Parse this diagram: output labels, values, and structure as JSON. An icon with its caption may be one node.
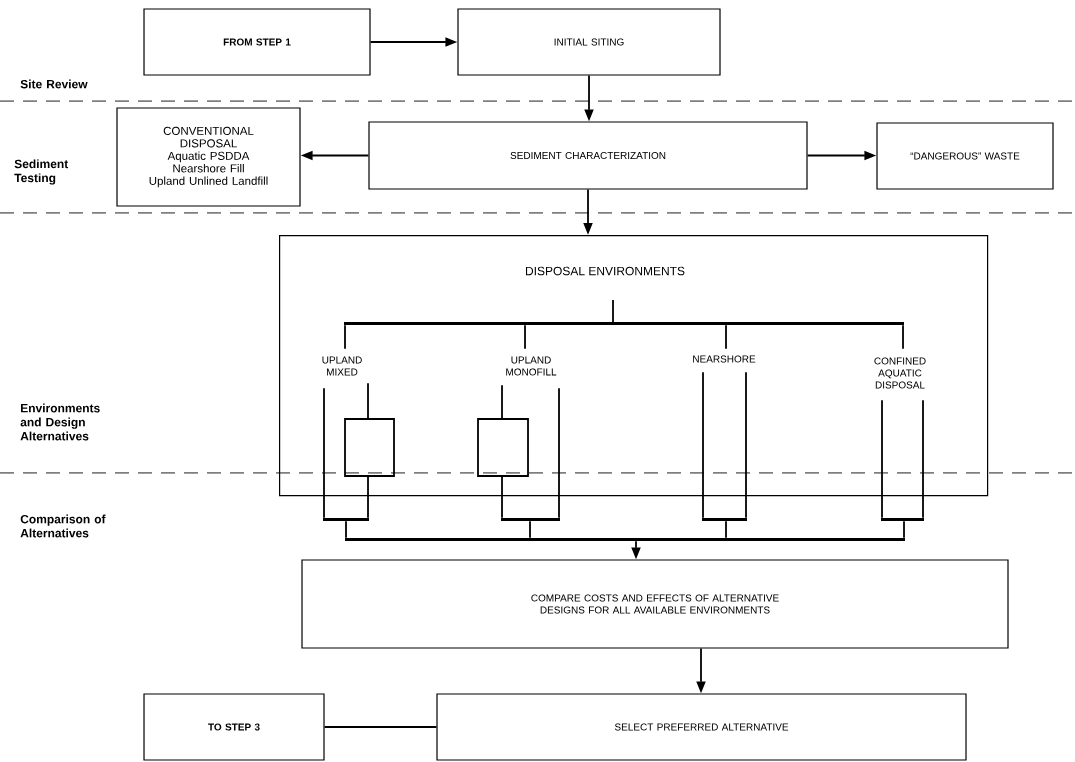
{
  "diagram": {
    "nodes": [
      {
        "text": [
          "FROM STEP 1"
        ]
      },
      {
        "text": [
          "INITIAL SITING"
        ]
      },
      {
        "text": [
          "CONVENTIONAL DISPOSAL",
          "Aquatic PSDDA",
          "Nearshore Fill",
          "Upland Unlined Landfill"
        ]
      },
      {
        "text": [
          "SEDIMENT CHARACTERIZATION"
        ]
      },
      {
        "text": [
          "“DANGEROUS” WASTE"
        ]
      },
      {
        "text": [
          "DISPOSAL ENVIRONMENTS"
        ]
      },
      {
        "text": [
          "UPLAND MIXED"
        ],
        "in": 5
      },
      {
        "text": [
          "UPLAND MONOFILL"
        ],
        "in": 5
      },
      {
        "text": [
          "NEARSHORE"
        ],
        "in": 5
      },
      {
        "text": [
          "CONFINED AQUATIC DISPOSAL"
        ],
        "in": 5
      },
      {
        "text": [],
        "shape": "box",
        "in": 5
      },
      {
        "text": [],
        "shape": "box",
        "in": 5
      },
      {
        "text": [
          "COMPARE COSTS AND EFFECTS OF ALTERNATIVE DESIGNS FOR ALL AVAILABLE ENVIRONMENTS"
        ]
      },
      {
        "text": [
          "TO STEP 3"
        ]
      },
      {
        "text": [
          "SELECT PREFERRED ALTERNATIVE"
        ]
      },
      {
        "text": [],
        "shape": "bar",
        "in": 5
      },
      {
        "text": [],
        "shape": "bar"
      },
      {
        "text": [],
        "shape": "bar"
      },
      {
        "text": [],
        "shape": "bar"
      },
      {
        "text": [],
        "shape": "bar"
      },
      {
        "text": [],
        "shape": "bar"
      }
    ],
    "edges": [
      {
        "from": 0,
        "to": 1,
        "arrow": "to"
      },
      {
        "from": 1,
        "to": 3,
        "arrow": "to"
      },
      {
        "from": 3,
        "to": 2,
        "arrow": "to"
      },
      {
        "from": 3,
        "to": 4,
        "arrow": "to"
      },
      {
        "from": 3,
        "to": 5,
        "arrow": "to"
      },
      {
        "from": 15,
        "to": 6,
        "arrow": "none"
      },
      {
        "from": 15,
        "to": 7,
        "arrow": "none"
      },
      {
        "from": 15,
        "to": 8,
        "arrow": "none"
      },
      {
        "from": 15,
        "to": 9,
        "arrow": "none"
      },
      {
        "from": 6,
        "to": 17,
        "arrow": "none"
      },
      {
        "from": 6,
        "to": 10,
        "arrow": "none"
      },
      {
        "from": 10,
        "to": 17,
        "arrow": "none"
      },
      {
        "from": 7,
        "to": 11,
        "arrow": "none"
      },
      {
        "from": 11,
        "to": 18,
        "arrow": "none"
      },
      {
        "from": 7,
        "to": 18,
        "arrow": "none"
      },
      {
        "from": 8,
        "to": 19,
        "arrow": "none"
      },
      {
        "from": 8,
        "to": 19,
        "arrow": "none"
      },
      {
        "from": 9,
        "to": 20,
        "arrow": "none"
      },
      {
        "from": 9,
        "to": 20,
        "arrow": "none"
      },
      {
        "from": 17,
        "to": 16,
        "arrow": "none"
      },
      {
        "from": 18,
        "to": 16,
        "arrow": "none"
      },
      {
        "from": 19,
        "to": 16,
        "arrow": "none"
      },
      {
        "from": 20,
        "to": 16,
        "arrow": "none"
      },
      {
        "from": 16,
        "to": 12,
        "arrow": "to"
      },
      {
        "from": 12,
        "to": 14,
        "arrow": "to"
      },
      {
        "from": 14,
        "to": 13,
        "arrow": "none"
      }
    ],
    "labels": [
      "Site Review",
      "Sediment Testing",
      "Environments and Design Alternatives",
      "Comparison of Alternatives"
    ]
  }
}
